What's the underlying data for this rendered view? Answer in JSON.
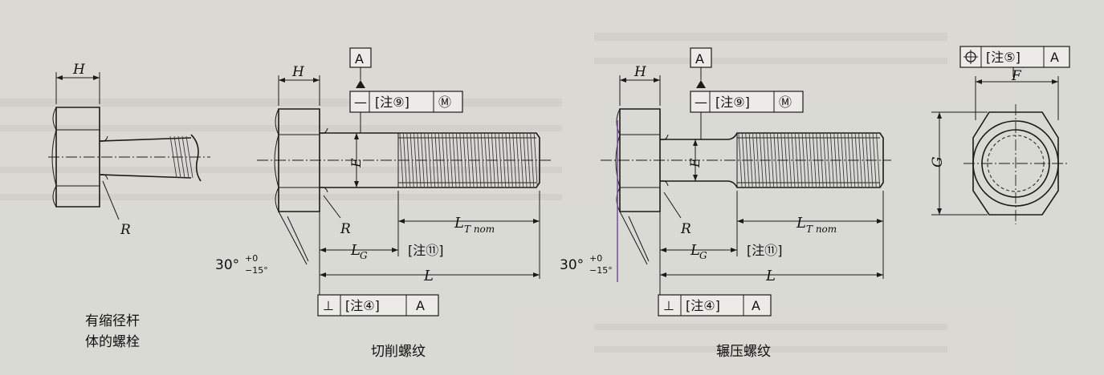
{
  "labels": {
    "H": "H",
    "E": "E",
    "R": "R",
    "LG": "L",
    "LG_sub": "G",
    "LT": "L",
    "LT_sub": "T nom",
    "L": "L",
    "F": "F",
    "G": "G",
    "A": "A",
    "angle_main": "30°",
    "angle_upper": "+0",
    "angle_lower": "−15°",
    "straightness": "—",
    "note9": "[注⑨]",
    "mmc": "Ⓜ",
    "note11": "[注⑪]",
    "perp": "⊥",
    "note4": "[注④]",
    "position_sym": "⌖",
    "note5": "[注⑤]"
  },
  "captions": {
    "reduced_line1": "有缩径杆",
    "reduced_line2": "体的螺栓",
    "cut": "切削螺纹",
    "rolled": "辗压螺纹"
  }
}
